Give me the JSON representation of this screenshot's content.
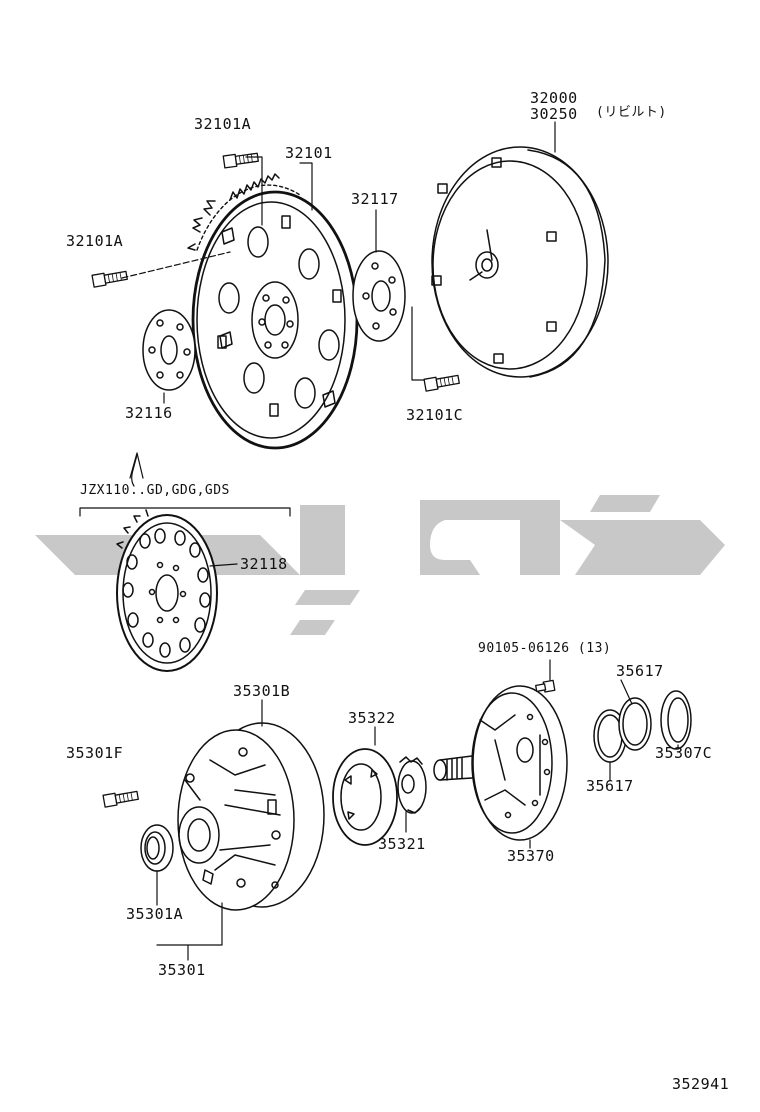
{
  "diagram": {
    "part_labels": {
      "p32000": "32000",
      "p30250": "30250",
      "rebuilt_note": "(リビルト)",
      "p32101A_top": "32101A",
      "p32101": "32101",
      "p32117": "32117",
      "p32101A_left": "32101A",
      "p32116": "32116",
      "p32101C": "32101C",
      "variant": "JZX110..GD,GDG,GDS",
      "p32118": "32118",
      "p90105": "90105-06126 (13)",
      "p35617_top": "35617",
      "p35301B": "35301B",
      "p35322": "35322",
      "p35301F": "35301F",
      "p35617_bottom": "35617",
      "p35307C": "35307C",
      "p35321": "35321",
      "p35370": "35370",
      "p35301A": "35301A",
      "p35301": "35301",
      "diagram_number": "352941"
    },
    "colors": {
      "line": "#111111",
      "watermark": "#c8c8c8",
      "background": "#ffffff"
    },
    "watermark_icon": "calligraphic-logo-watermark"
  }
}
